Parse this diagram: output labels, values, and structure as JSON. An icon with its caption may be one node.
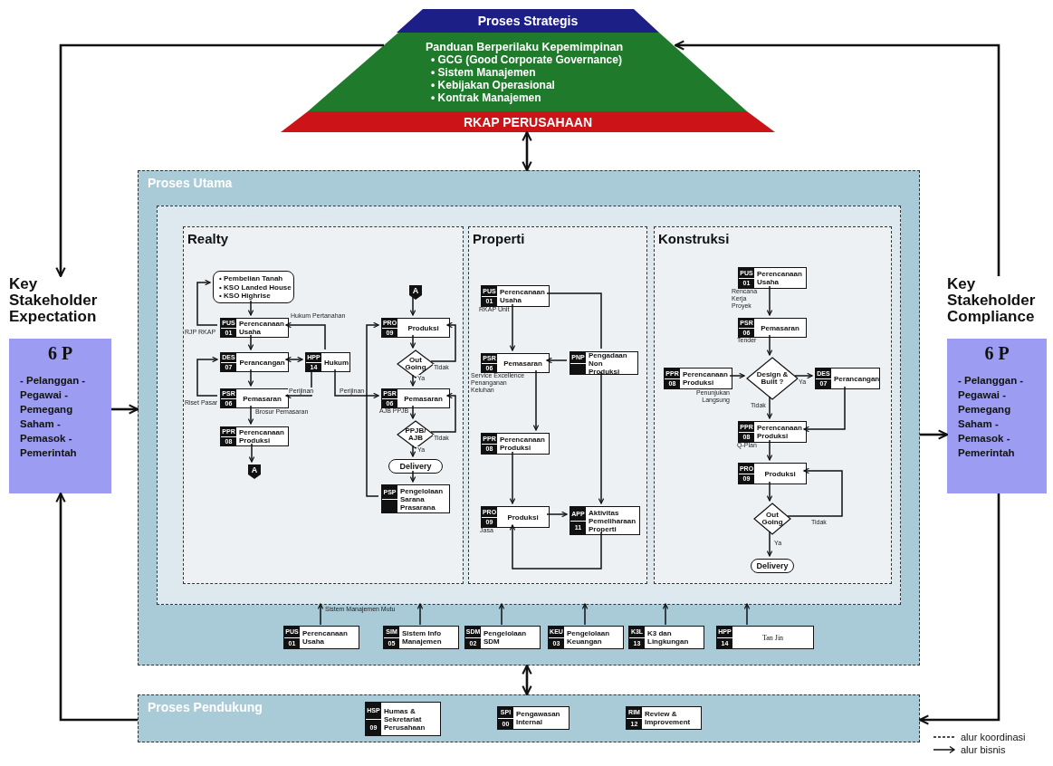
{
  "diagram": {
    "nodes": [
      {
        "text": [
          "Proses Strategis"
        ]
      },
      {
        "text": [
          "Panduan Berperilaku Kepemimpinan",
          "• GCG (Good Corporate Governance)",
          "• Sistem Manajemen",
          "• Kebijakan Operasional",
          "• Kontrak Manajemen"
        ]
      },
      {
        "text": [
          "RKAP PERUSAHAAN"
        ]
      },
      {
        "text": [
          "Key Stakeholder Expectation",
          "6 P",
          "- Pelanggan - Pegawai - Pemegang Saham -Pemasok -Pemerintah"
        ]
      },
      {
        "text": [
          "Key Stakeholder Compliance",
          "6 P",
          "- Pelanggan - Pegawai - Pemegang Saham -Pemasok -Pemerintah"
        ]
      },
      {
        "text": [
          "Proses Utama"
        ]
      },
      {
        "text": [],
        "shape": "box",
        "in": 5
      },
      {
        "text": [
          "Realty"
        ],
        "in": 6
      },
      {
        "text": [
          "• Pembelian Tanah",
          "• KSO Landed House",
          "• KSO Highrise"
        ],
        "in": 7
      },
      {
        "text": [
          "PUS",
          "01",
          "Perencanaan Usaha"
        ],
        "in": 7
      },
      {
        "text": [
          "DES",
          "07",
          "Perancangan"
        ],
        "in": 7
      },
      {
        "text": [
          "PSR",
          "06",
          "Pemasaran"
        ],
        "in": 7
      },
      {
        "text": [
          "PPR",
          "08",
          "Perencanaan Produksi"
        ],
        "in": 7
      },
      {
        "text": [
          "A"
        ],
        "in": 7
      },
      {
        "text": [
          "HPP",
          "14",
          "Hukum"
        ],
        "in": 7
      },
      {
        "text": [
          "A"
        ],
        "in": 7
      },
      {
        "text": [
          "PRO",
          "09",
          "Produksi"
        ],
        "in": 7
      },
      {
        "text": [
          "Out Going"
        ],
        "in": 7
      },
      {
        "text": [
          "PSR",
          "06",
          "Pemasaran"
        ],
        "beside": [
          "AJB PPJB"
        ],
        "in": 7
      },
      {
        "text": [
          "PPJB/ AJB"
        ],
        "in": 7
      },
      {
        "text": [
          "Delivery"
        ],
        "in": 7
      },
      {
        "text": [
          "PSP",
          "Pengelolaan Sarana Prasarana"
        ],
        "in": 7
      },
      {
        "text": [
          "Properti"
        ],
        "in": 6
      },
      {
        "text": [
          "PUS",
          "01",
          "Perencanaan Usaha"
        ],
        "beside": [
          "RKAP Unit"
        ],
        "in": 22
      },
      {
        "text": [
          "PSR",
          "06",
          "Pemasaran"
        ],
        "beside": [
          "Service Excellence Penanganan Keluhan"
        ],
        "in": 22
      },
      {
        "text": [
          "PNP",
          "Pengadaan Non Produksi"
        ],
        "in": 22
      },
      {
        "text": [
          "PPR",
          "08",
          "Perencanaan Produksi"
        ],
        "in": 22
      },
      {
        "text": [
          "PRO",
          "09",
          "Produksi"
        ],
        "beside": [
          "Jasa"
        ],
        "in": 22
      },
      {
        "text": [
          "APP",
          "11",
          "Aktivitas Pemeliharaan Properti"
        ],
        "in": 22
      },
      {
        "text": [
          "Konstruksi"
        ],
        "in": 6
      },
      {
        "text": [
          "PUS",
          "01",
          "Perencanaan Usaha"
        ],
        "beside": [
          "Rencana Kerja Proyek"
        ],
        "in": 29
      },
      {
        "text": [
          "PSR",
          "06",
          "Pemasaran"
        ],
        "beside": [
          "Tender"
        ],
        "in": 29
      },
      {
        "text": [
          "PPR",
          "08",
          "Perencanaan Produksi"
        ],
        "beside": [
          "Penunjukan Langsung"
        ],
        "in": 29
      },
      {
        "text": [
          "Design & Built ?"
        ],
        "in": 29
      },
      {
        "text": [
          "DES",
          "07",
          "Perancangan"
        ],
        "in": 29
      },
      {
        "text": [
          "PPR",
          "08",
          "Perencanaan Produksi"
        ],
        "beside": [
          "Q-Plan"
        ],
        "in": 29
      },
      {
        "text": [
          "PRO",
          "09",
          "Produksi"
        ],
        "in": 29
      },
      {
        "text": [
          "Out Going"
        ],
        "in": 29
      },
      {
        "text": [
          "Delivery"
        ],
        "in": 29
      },
      {
        "text": [
          "PUS",
          "01",
          "Perencanaan Usaha"
        ],
        "in": 5
      },
      {
        "text": [
          "SIM",
          "05",
          "Sistem Info Manajemen"
        ],
        "in": 5
      },
      {
        "text": [
          "SDM",
          "02",
          "Pengelolaan SDM"
        ],
        "in": 5
      },
      {
        "text": [
          "KEU",
          "03",
          "Pengelolaan Keuangan"
        ],
        "in": 5
      },
      {
        "text": [
          "K3L",
          "13",
          "K3 dan Lingkungan"
        ],
        "in": 5
      },
      {
        "text": [
          "HPP",
          "14",
          "Tan Jin"
        ],
        "in": 5
      },
      {
        "text": [
          "Proses Pendukung"
        ]
      },
      {
        "text": [
          "HSP",
          "09",
          "Humas & Sekretariat Perusahaan"
        ],
        "in": 45
      },
      {
        "text": [
          "SPI",
          "00",
          "Pengawasan Internal"
        ],
        "in": 45
      },
      {
        "text": [
          "RIM",
          "12",
          "Review & Improvement"
        ],
        "in": 45
      }
    ],
    "edges": [
      {
        "from": 4,
        "to": 1,
        "arrow": "to"
      },
      {
        "from": 1,
        "to": 3,
        "arrow": "to"
      },
      {
        "from": 2,
        "to": 5,
        "arrow": "both"
      },
      {
        "from": 3,
        "to": 5,
        "arrow": "to"
      },
      {
        "from": 5,
        "to": 4,
        "arrow": "to"
      },
      {
        "from": 4,
        "to": 45,
        "arrow": "to"
      },
      {
        "from": 45,
        "to": 3,
        "arrow": "to"
      },
      {
        "from": 5,
        "to": 45,
        "arrow": "both"
      },
      {
        "from": 8,
        "to": 9,
        "arrow": "to"
      },
      {
        "from": 9,
        "to": 8,
        "arrow": "to",
        "label": "RJP RKAP"
      },
      {
        "from": 9,
        "to": 10,
        "arrow": "to"
      },
      {
        "from": 10,
        "to": 11,
        "arrow": "to"
      },
      {
        "from": 11,
        "to": 10,
        "arrow": "to",
        "label": "Riset Pasar"
      },
      {
        "from": 11,
        "to": 12,
        "arrow": "to",
        "label": "Brosur Pemasaran"
      },
      {
        "from": 12,
        "to": 13,
        "arrow": "to"
      },
      {
        "from": 10,
        "to": 14,
        "arrow": "both"
      },
      {
        "from": 14,
        "to": 9,
        "arrow": "to",
        "label": "Hukum Pertanahan"
      },
      {
        "from": 14,
        "to": 11,
        "arrow": "to",
        "label": "Perijinan"
      },
      {
        "from": 14,
        "to": 18,
        "arrow": "to",
        "label": "Perijinan"
      },
      {
        "from": 15,
        "to": 16,
        "arrow": "to"
      },
      {
        "from": 16,
        "to": 17,
        "arrow": "to"
      },
      {
        "from": 17,
        "to": 16,
        "arrow": "to",
        "label": "Tidak"
      },
      {
        "from": 17,
        "to": 18,
        "arrow": "to",
        "label": "Ya"
      },
      {
        "from": 18,
        "to": 19,
        "arrow": "to"
      },
      {
        "from": 19,
        "to": 18,
        "arrow": "to",
        "label": "Tidak"
      },
      {
        "from": 19,
        "to": 20,
        "arrow": "to",
        "label": "Ya"
      },
      {
        "from": 20,
        "to": 21,
        "arrow": "to"
      },
      {
        "from": 21,
        "to": 16,
        "arrow": "to"
      },
      {
        "from": 23,
        "to": 24,
        "arrow": "to"
      },
      {
        "from": 23,
        "to": 25,
        "arrow": "none"
      },
      {
        "from": 25,
        "to": 28,
        "arrow": "to"
      },
      {
        "from": 25,
        "to": 24,
        "arrow": "to"
      },
      {
        "from": 24,
        "to": 26,
        "arrow": "to"
      },
      {
        "from": 26,
        "to": 27,
        "arrow": "to"
      },
      {
        "from": 27,
        "to": 28,
        "arrow": "to"
      },
      {
        "from": 28,
        "to": 27,
        "arrow": "to"
      },
      {
        "from": 30,
        "to": 31,
        "arrow": "to"
      },
      {
        "from": 31,
        "to": 33,
        "arrow": "to"
      },
      {
        "from": 32,
        "to": 33,
        "arrow": "to"
      },
      {
        "from": 33,
        "to": 34,
        "arrow": "to",
        "label": "Ya"
      },
      {
        "from": 33,
        "to": 35,
        "arrow": "to",
        "label": "Tidak"
      },
      {
        "from": 34,
        "to": 35,
        "arrow": "to"
      },
      {
        "from": 35,
        "to": 36,
        "arrow": "to"
      },
      {
        "from": 36,
        "to": 37,
        "arrow": "to"
      },
      {
        "from": 37,
        "to": 36,
        "arrow": "to",
        "label": "Tidak"
      },
      {
        "from": 37,
        "to": 38,
        "arrow": "to",
        "label": "Ya"
      },
      {
        "from": 39,
        "to": 6,
        "arrow": "to",
        "label": "Sistem Manajemen Mutu"
      },
      {
        "from": 40,
        "to": 6,
        "arrow": "to"
      },
      {
        "from": 41,
        "to": 6,
        "arrow": "to"
      },
      {
        "from": 42,
        "to": 6,
        "arrow": "to"
      },
      {
        "from": 43,
        "to": 6,
        "arrow": "to"
      },
      {
        "from": 44,
        "to": 6,
        "arrow": "to"
      }
    ],
    "legend": [
      {
        "text": "alur koordinasi"
      },
      {
        "text": "alur bisnis"
      }
    ]
  }
}
